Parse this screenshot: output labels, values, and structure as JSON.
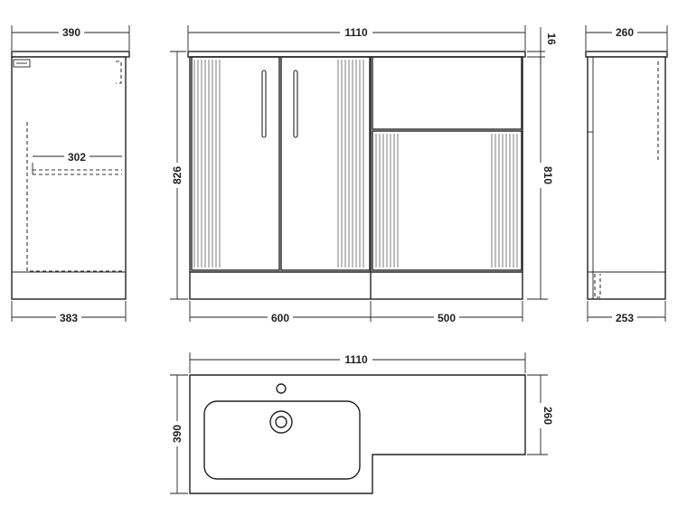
{
  "side_view_left": {
    "top_width": "390",
    "bottom_width": "383",
    "inner_width": "302"
  },
  "front_view": {
    "overall_width": "1110",
    "worktop_thickness": "16",
    "height": "826",
    "carcass_height": "810",
    "left_unit_width": "600",
    "right_unit_width": "500"
  },
  "side_view_right": {
    "top_width": "260",
    "bottom_width": "253"
  },
  "plan_view": {
    "overall_width": "1110",
    "depth": "390",
    "return_depth": "260"
  },
  "colors": {
    "line": "#222222",
    "background": "#ffffff"
  }
}
